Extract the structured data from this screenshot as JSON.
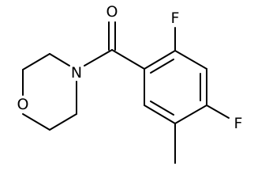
{
  "structure": {
    "atoms": {
      "carbonyl_oxygen": "O",
      "amine_nitrogen": "N",
      "ring_oxygen": "O",
      "fluorine_ortho": "F",
      "fluorine_para": "F"
    }
  }
}
